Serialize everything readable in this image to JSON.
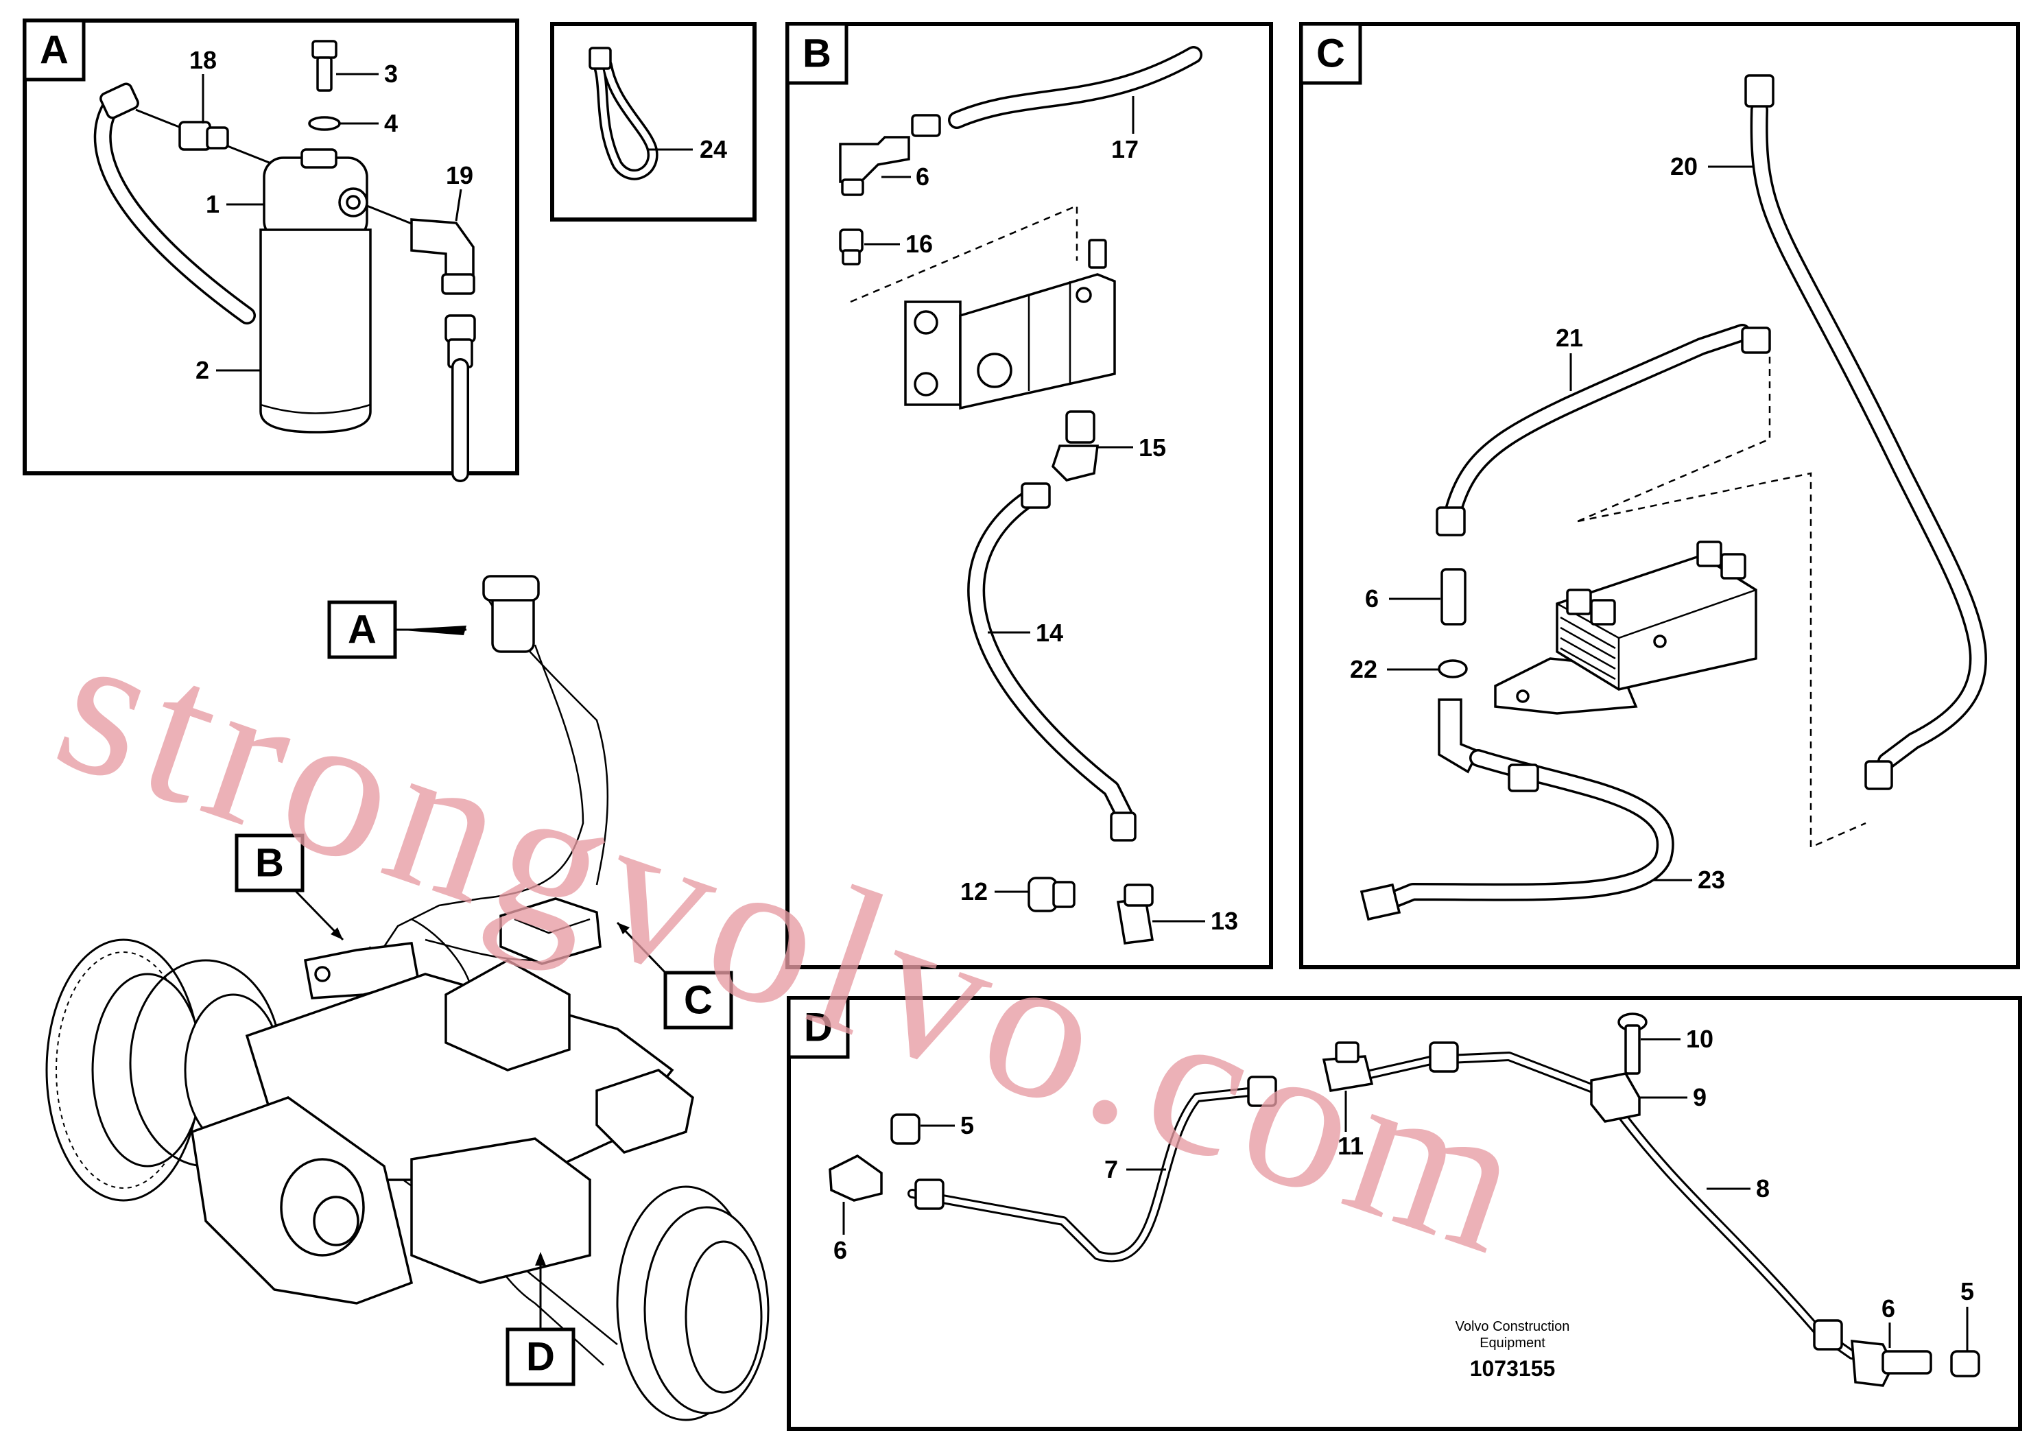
{
  "panels": {
    "a": "A",
    "b": "B",
    "c": "C",
    "d": "D"
  },
  "overview_callouts": {
    "a": "A",
    "b": "B",
    "c": "C",
    "d": "D"
  },
  "part_numbers": {
    "p1": "1",
    "p2": "2",
    "p3": "3",
    "p4": "4",
    "p18": "18",
    "p19": "19",
    "p24": "24",
    "b6": "6",
    "b12": "12",
    "b13": "13",
    "b14": "14",
    "b15": "15",
    "b16": "16",
    "b17": "17",
    "c6": "6",
    "c20": "20",
    "c21": "21",
    "c22": "22",
    "c23": "23",
    "d5a": "5",
    "d5b": "5",
    "d6a": "6",
    "d6b": "6",
    "d7": "7",
    "d8": "8",
    "d9": "9",
    "d10": "10",
    "d11": "11"
  },
  "footer": {
    "line1": "Volvo Construction",
    "line2": "Equipment",
    "drawing_no": "1073155"
  },
  "watermark": "strongvolvo.com"
}
